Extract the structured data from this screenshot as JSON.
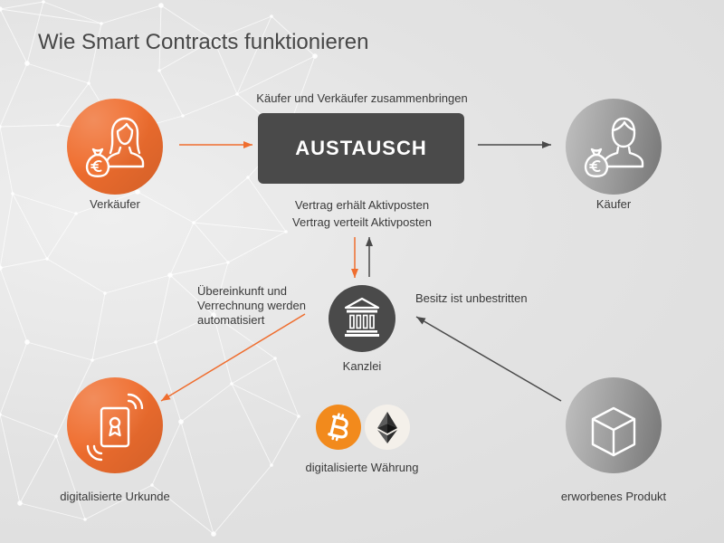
{
  "title": "Wie Smart Contracts funktionieren",
  "colors": {
    "accent_orange": "#ef6d2e",
    "dark_gray": "#4a4a4a",
    "mid_gray": "#9d9d9d",
    "bitcoin_orange": "#f28a1c",
    "ethereum_white": "#f4f0ea",
    "background": "#e3e3e3",
    "text": "#3a3a3a"
  },
  "exchange": {
    "caption": "Käufer und Verkäufer zusammenbringen",
    "label": "AUSTAUSCH",
    "notes": [
      "Vertrag erhält Aktivposten",
      "Vertrag verteilt Aktivposten"
    ]
  },
  "nodes": {
    "seller": {
      "label": "Verkäufer",
      "icon": "seller-money-bag-icon"
    },
    "buyer": {
      "label": "Käufer",
      "icon": "buyer-money-bag-icon"
    },
    "notary": {
      "label": "Kanzlei",
      "icon": "bank-building-icon"
    },
    "deed": {
      "label": "digitalisierte Urkunde",
      "icon": "digital-certificate-icon"
    },
    "currency": {
      "label": "digitalisierte Währung",
      "icons": [
        "bitcoin-icon",
        "ethereum-icon"
      ]
    },
    "product": {
      "label": "erworbenes Produkt",
      "icon": "cube-icon"
    }
  },
  "annotations": {
    "settlement": [
      "Übereinkunft und",
      "Verrechnung werden",
      "automatisiert"
    ],
    "ownership": "Besitz ist unbestritten"
  }
}
